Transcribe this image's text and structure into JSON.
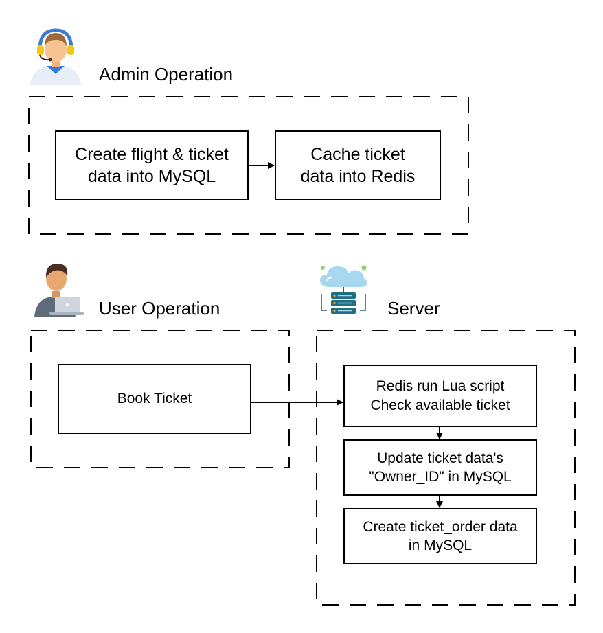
{
  "admin": {
    "title": "Admin Operation",
    "icon": "customer-support-agent-icon",
    "boxes": {
      "create": "Create flight & ticket\ndata into MySQL",
      "cache": "Cache ticket\ndata into Redis"
    }
  },
  "user": {
    "title": "User Operation",
    "icon": "user-with-laptop-icon",
    "boxes": {
      "book": "Book Ticket"
    }
  },
  "server": {
    "title": "Server",
    "icon": "cloud-server-icon",
    "boxes": {
      "redis": "Redis run Lua script\nCheck available ticket",
      "update": "Update ticket data's\n\"Owner_ID\" in MySQL",
      "order": "Create ticket_order data\nin MySQL"
    }
  }
}
